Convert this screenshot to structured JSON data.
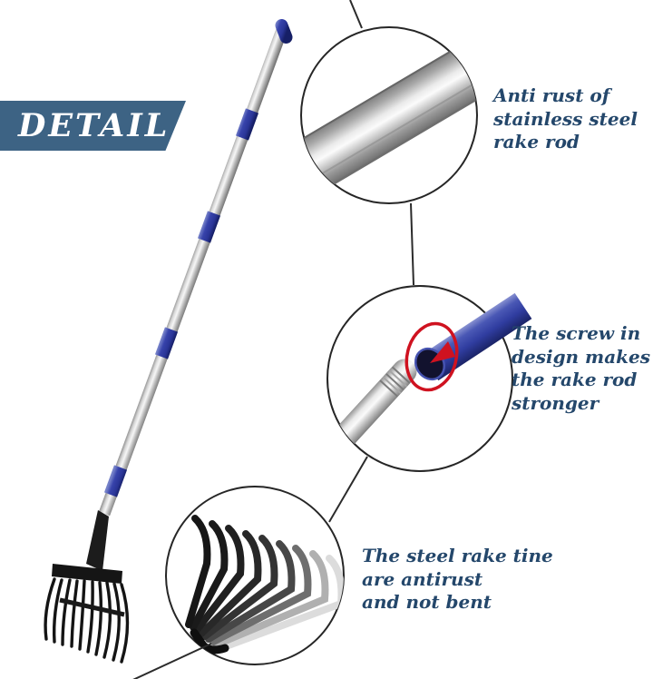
{
  "banner": {
    "label": "DETAIL",
    "bg": "#3D6384",
    "fg": "#FFFFFF"
  },
  "callouts": {
    "anti_rust": {
      "lines": [
        "Anti rust of",
        "stainless steel",
        "rake rod"
      ]
    },
    "screw_in": {
      "lines": [
        "The screw in",
        "design makes",
        "the rake rod",
        "stronger"
      ]
    },
    "tines": {
      "lines": [
        "The steel rake tine",
        "are antirust",
        "and not bent"
      ]
    }
  },
  "colors": {
    "text": "#24476B",
    "banner_bg": "#3D6384",
    "handle_blue": "#3140A8",
    "arrow_red": "#CF1220",
    "outline": "#2B2B2B",
    "rake_black": "#151515",
    "steel_light": "#F5F5F5",
    "steel_dark": "#787878"
  }
}
